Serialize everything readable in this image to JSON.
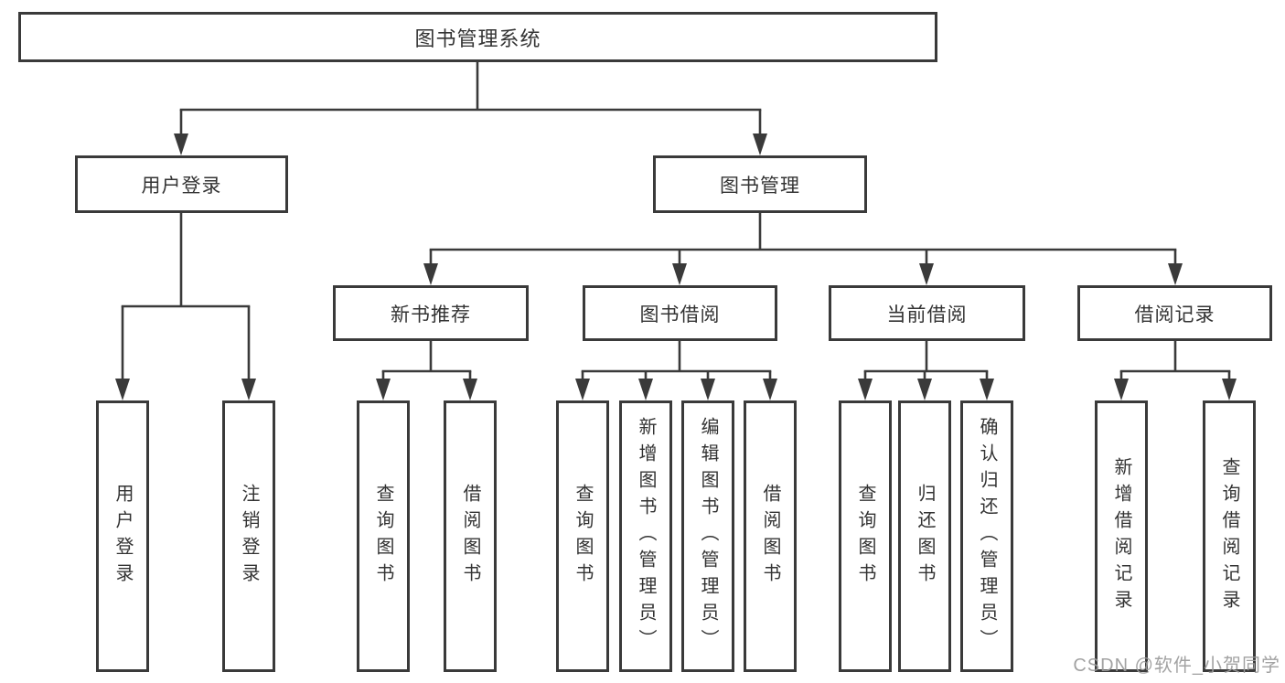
{
  "diagram": {
    "title_node": {
      "label": "图书管理系统"
    },
    "level2": [
      {
        "label": "用户登录"
      },
      {
        "label": "图书管理"
      }
    ],
    "level3": [
      {
        "label": "新书推荐"
      },
      {
        "label": "图书借阅"
      },
      {
        "label": "当前借阅"
      },
      {
        "label": "借阅记录"
      }
    ],
    "leaves": [
      {
        "label": "用户登录",
        "parent": "用户登录"
      },
      {
        "label": "注销登录",
        "parent": "用户登录"
      },
      {
        "label": "查询图书",
        "parent": "新书推荐"
      },
      {
        "label": "借阅图书",
        "parent": "新书推荐"
      },
      {
        "label": "查询图书",
        "parent": "图书借阅"
      },
      {
        "label": "新增图书（管理员）",
        "parent": "图书借阅"
      },
      {
        "label": "编辑图书（管理员）",
        "parent": "图书借阅"
      },
      {
        "label": "借阅图书",
        "parent": "图书借阅"
      },
      {
        "label": "查询图书",
        "parent": "当前借阅"
      },
      {
        "label": "归还图书",
        "parent": "当前借阅"
      },
      {
        "label": "确认归还（管理员）",
        "parent": "当前借阅"
      },
      {
        "label": "新增借阅记录",
        "parent": "借阅记录"
      },
      {
        "label": "查询借阅记录",
        "parent": "借阅记录"
      }
    ]
  },
  "watermark": {
    "text": "CSDN @软件_小贺同学"
  },
  "colors": {
    "line": "#3a3a3a",
    "box_border": "#3a3a3a",
    "text": "#333333",
    "watermark": "#9b9b9b",
    "background": "#ffffff"
  }
}
